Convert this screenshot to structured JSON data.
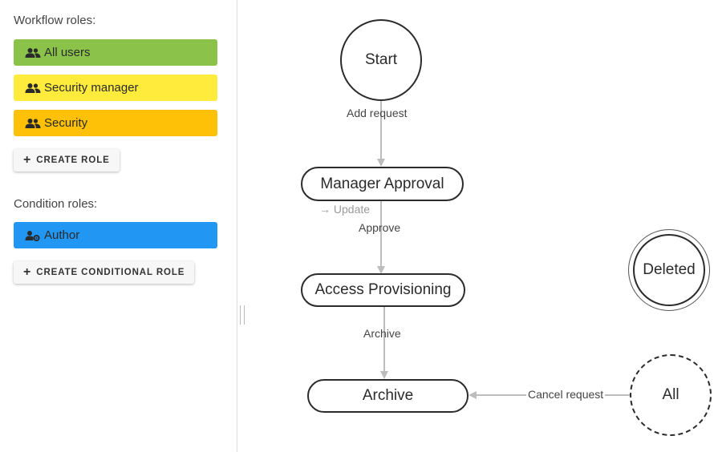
{
  "sidebar": {
    "workflow_roles_label": "Workflow roles:",
    "workflow_roles": [
      {
        "label": "All users",
        "color": "#8bc34a",
        "icon": "group-icon"
      },
      {
        "label": "Security manager",
        "color": "#ffeb3b",
        "icon": "group-icon"
      },
      {
        "label": "Security",
        "color": "#ffc107",
        "icon": "group-icon"
      }
    ],
    "create_role_label": "CREATE ROLE",
    "condition_roles_label": "Condition roles:",
    "condition_roles": [
      {
        "label": "Author",
        "color": "#2196f3",
        "icon": "user-cog-icon"
      }
    ],
    "create_conditional_role_label": "CREATE CONDITIONAL ROLE"
  },
  "diagram": {
    "states": {
      "start": "Start",
      "manager_approval": "Manager Approval",
      "access_provisioning": "Access Provisioning",
      "archive": "Archive",
      "deleted": "Deleted",
      "all": "All"
    },
    "transitions": {
      "add_request": "Add request",
      "update": "→ Update",
      "approve": "Approve",
      "archive": "Archive",
      "cancel_request": "Cancel request"
    }
  }
}
